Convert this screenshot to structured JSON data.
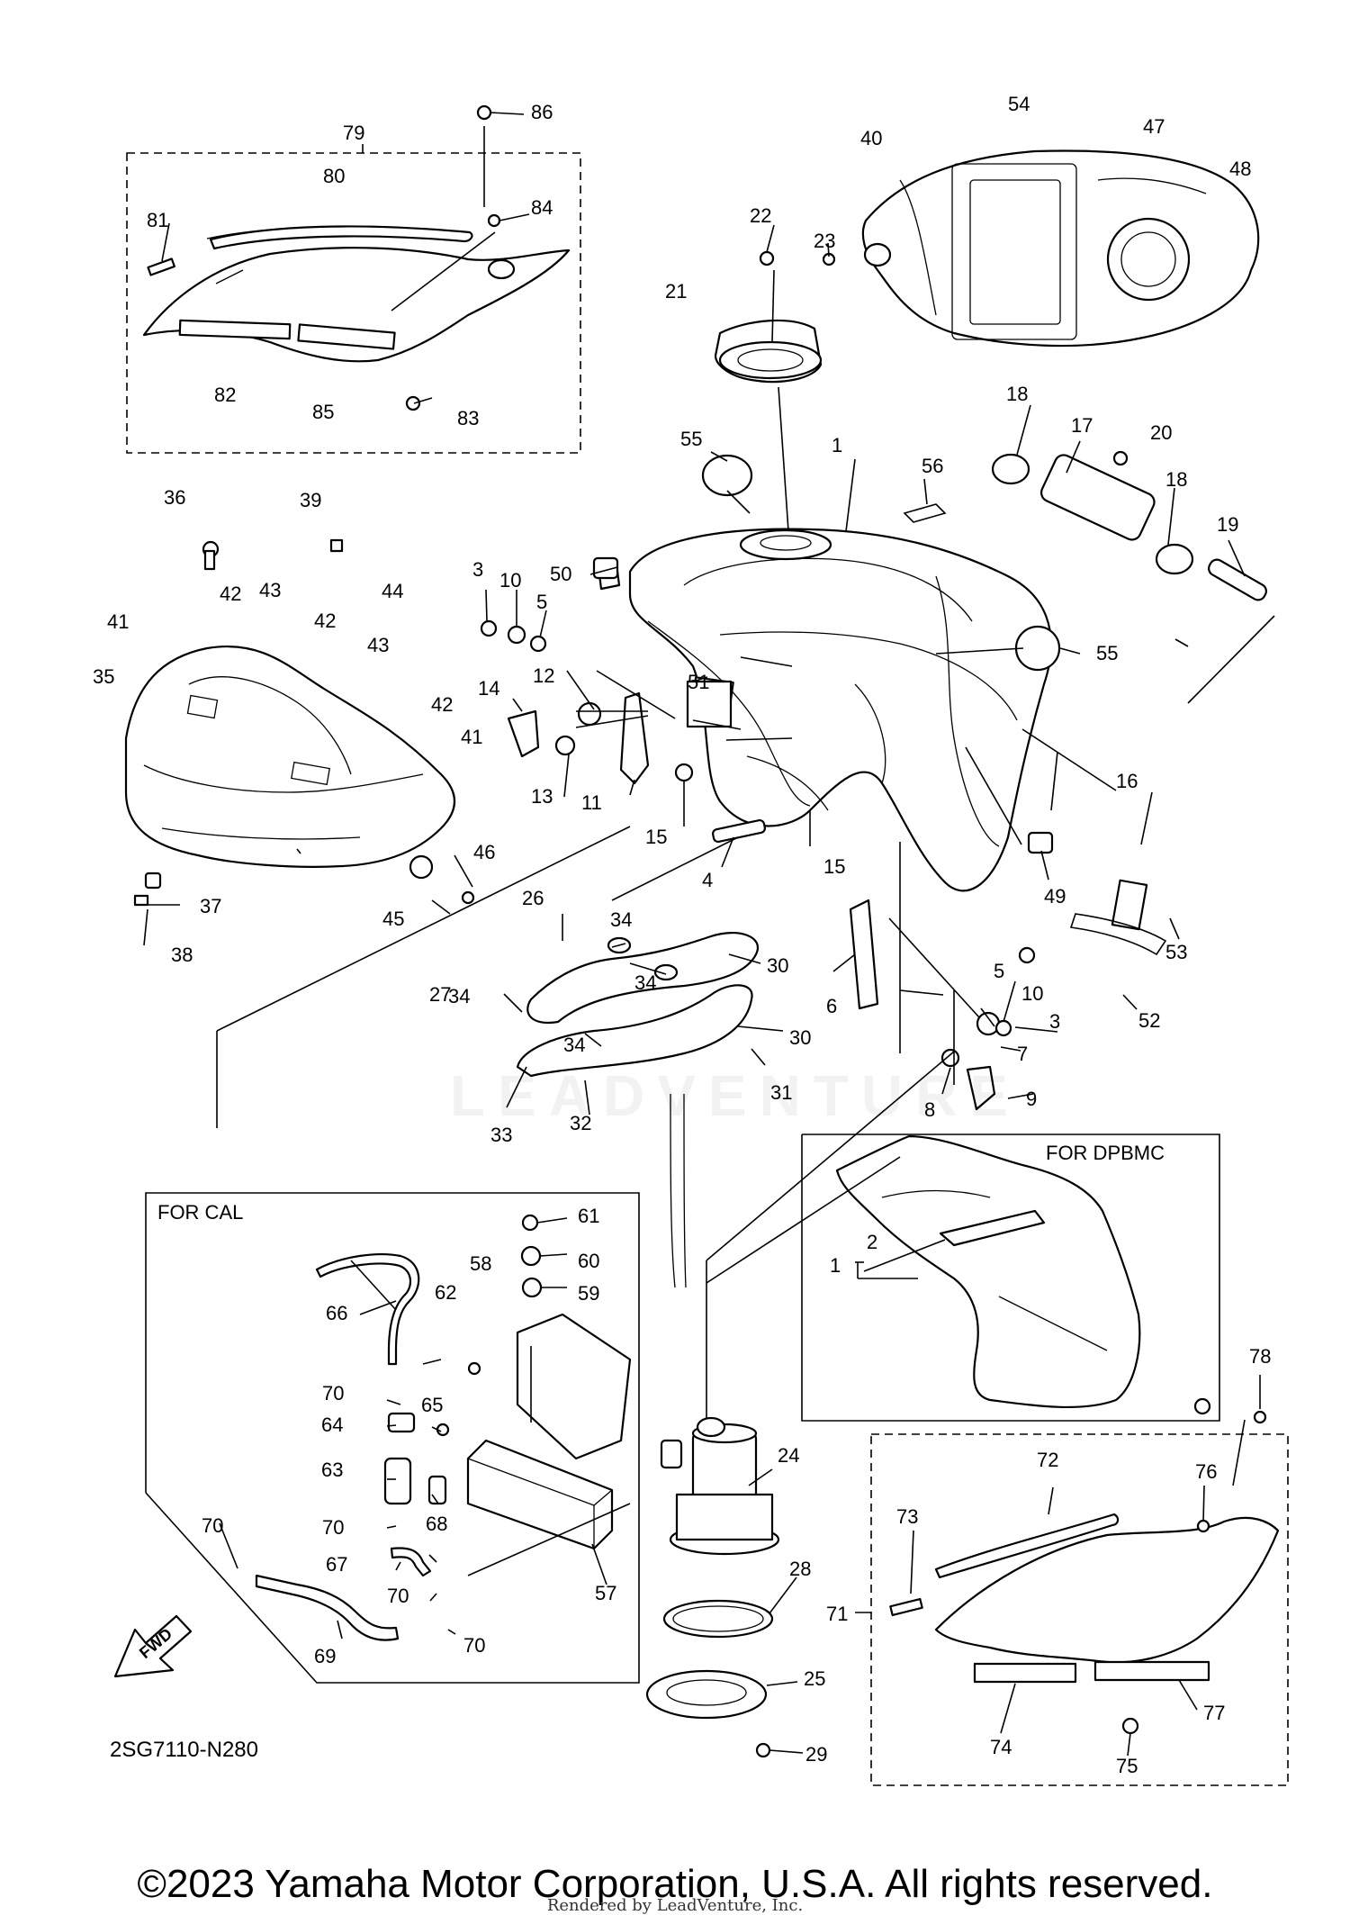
{
  "diagram": {
    "code": "2SG7110-N280",
    "boxes": {
      "cal": "FOR CAL",
      "dpbmc": "FOR DPBMC"
    },
    "fwd_arrow": "FWD",
    "watermark": "LEADVENTURE",
    "callouts": [
      "1",
      "2",
      "3",
      "4",
      "5",
      "6",
      "7",
      "8",
      "9",
      "10",
      "11",
      "12",
      "13",
      "14",
      "15",
      "16",
      "17",
      "18",
      "19",
      "20",
      "21",
      "22",
      "23",
      "24",
      "25",
      "26",
      "27",
      "28",
      "29",
      "30",
      "31",
      "32",
      "33",
      "34",
      "35",
      "36",
      "37",
      "38",
      "39",
      "40",
      "41",
      "42",
      "43",
      "44",
      "45",
      "46",
      "47",
      "48",
      "49",
      "50",
      "51",
      "52",
      "53",
      "54",
      "55",
      "56",
      "57",
      "58",
      "59",
      "60",
      "61",
      "62",
      "63",
      "64",
      "65",
      "66",
      "67",
      "68",
      "69",
      "70",
      "71",
      "72",
      "73",
      "74",
      "75",
      "76",
      "77",
      "78",
      "79",
      "80",
      "81",
      "82",
      "83",
      "84",
      "85",
      "86"
    ]
  },
  "footer": {
    "copyright": "©2023 Yamaha Motor Corporation, U.S.A. All rights reserved.",
    "rendered_by": "Rendered by LeadVenture, Inc."
  }
}
